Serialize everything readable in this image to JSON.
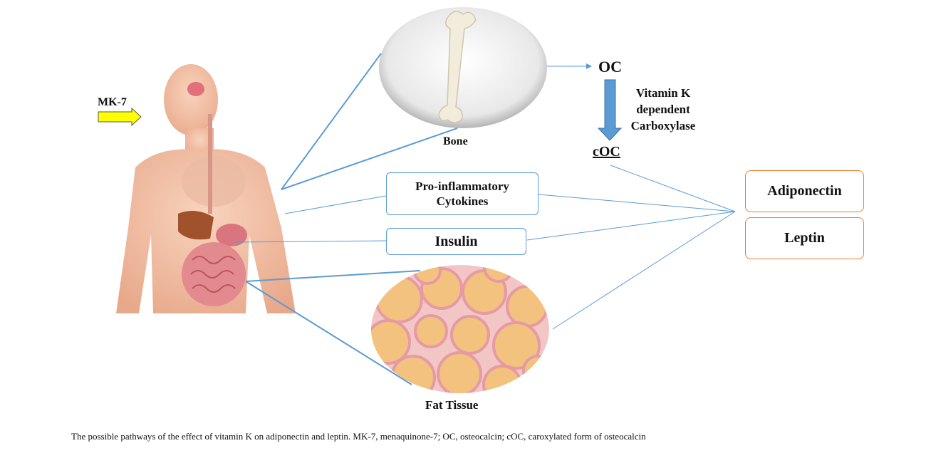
{
  "labels": {
    "mk7": "MK-7",
    "bone": "Bone",
    "oc": "OC",
    "enzyme_line1": "Vitamin K",
    "enzyme_line2": "dependent",
    "enzyme_line3": "Carboxylase",
    "coc": "cOC",
    "cytokines_line1": "Pro-inflammatory",
    "cytokines_line2": "Cytokines",
    "insulin": "Insulin",
    "adiponectin": "Adiponectin",
    "leptin": "Leptin",
    "fat_tissue": "Fat Tissue"
  },
  "caption": "The possible pathways of the effect of vitamin K on adiponectin and leptin. MK-7, menaquinone-7; OC, osteocalcin; cOC, caroxylated form of osteocalcin",
  "colors": {
    "line": "#5b9bd5",
    "orange": "#ed7d31",
    "arrow_yellow": "#ffff00"
  }
}
